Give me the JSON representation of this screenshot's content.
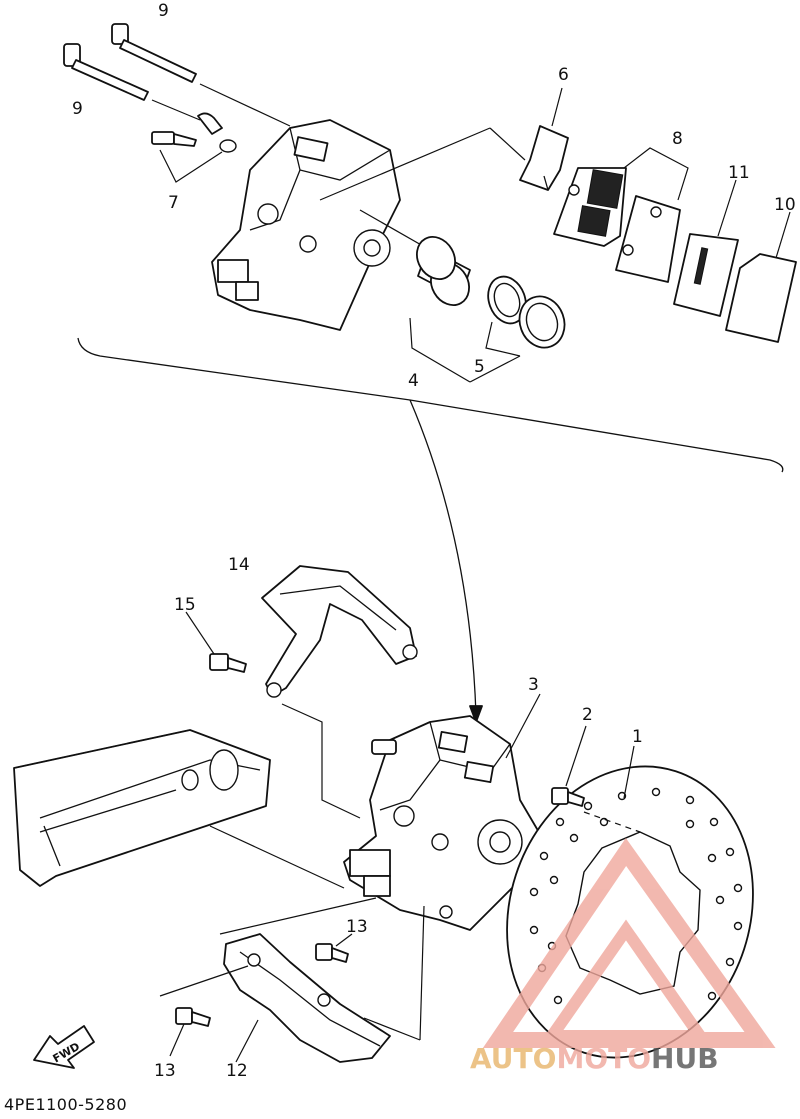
{
  "diagram": {
    "part_code": "4PE1100-5280",
    "fwd_label": "FWD",
    "callouts": [
      "1",
      "2",
      "3",
      "4",
      "5",
      "6",
      "7",
      "8",
      "9",
      "10",
      "11",
      "12",
      "13",
      "14",
      "15"
    ],
    "callout_9b": "9",
    "callout_13b": "13"
  },
  "watermark": {
    "brand_part1": "AUTO",
    "brand_part2": "MOTO",
    "brand_part3": "HUB",
    "color_primary": "#f0a79c",
    "color_secondary": "#e8b56b",
    "color_dark": "#555555"
  }
}
